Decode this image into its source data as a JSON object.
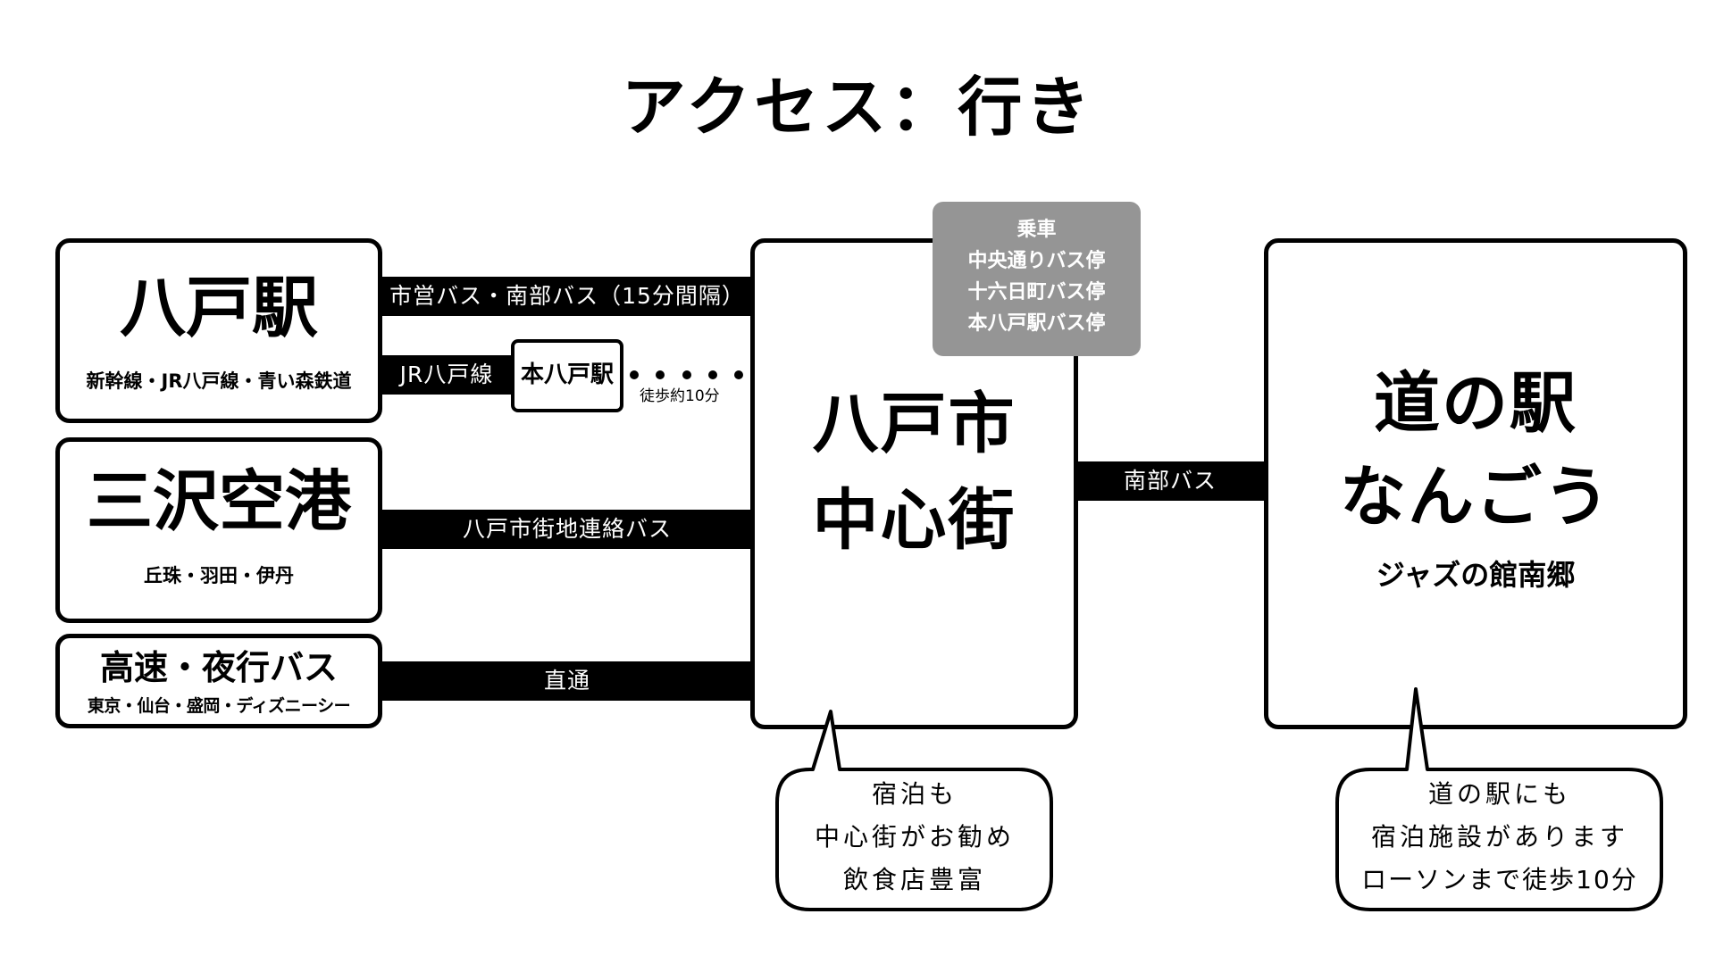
{
  "title": "アクセス：行き",
  "origins": [
    {
      "name": "八戸駅",
      "sub": "新幹線・JR八戸線・青い森鉄道"
    },
    {
      "name": "三沢空港",
      "sub": "丘珠・羽田・伊丹"
    },
    {
      "name": "高速・夜行バス",
      "sub": "東京・仙台・盛岡・ディズニーシー"
    }
  ],
  "routes": {
    "city_bus": "市営バス・南部バス（15分間隔）",
    "jr_line": "JR八戸線",
    "transfer_station": "本八戸駅",
    "walk": "徒歩約10分",
    "airport_bus": "八戸市街地連絡バス",
    "direct": "直通",
    "nanbu_bus": "南部バス"
  },
  "hub": {
    "line1": "八戸市",
    "line2": "中心街"
  },
  "boarding": {
    "heading": "乗車",
    "stops": [
      "中央通りバス停",
      "十六日町バス停",
      "本八戸駅バス停"
    ]
  },
  "destination": {
    "line1": "道の駅",
    "line2": "なんごう",
    "sub": "ジャズの館南郷"
  },
  "notes": {
    "hub": [
      "宿泊も",
      "中心街がお勧め",
      "飲食店豊富"
    ],
    "destination": [
      "道の駅にも",
      "宿泊施設があります",
      "ローソンまで徒歩10分"
    ]
  },
  "colors": {
    "ink": "#000000",
    "boarding_box": "#959595",
    "background": "#ffffff"
  }
}
